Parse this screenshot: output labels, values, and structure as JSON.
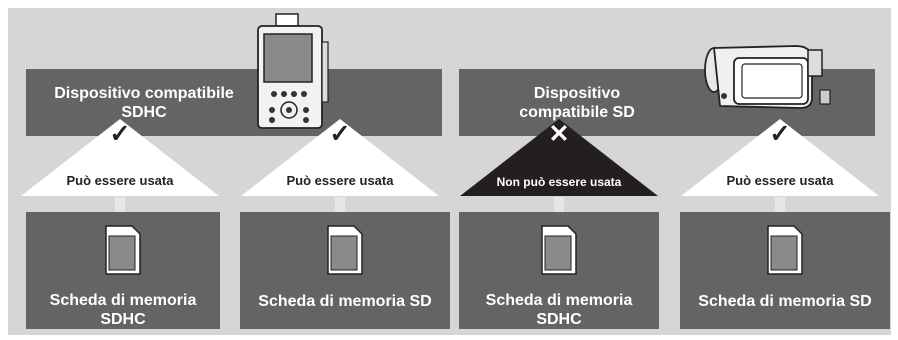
{
  "hosts": [
    {
      "lines": [
        "Dispositivo compatibile",
        "SDHC"
      ],
      "device_icon": "portable-player-icon"
    },
    {
      "lines": [
        "Dispositivo",
        "compatibile SD"
      ],
      "device_icon": "camcorder-icon"
    }
  ],
  "connectors": [
    {
      "status": "compatible",
      "mark": "✓",
      "label": "Può essere usata",
      "color": "#ffffff"
    },
    {
      "status": "compatible",
      "mark": "✓",
      "label": "Può essere usata",
      "color": "#ffffff"
    },
    {
      "status": "incompatible",
      "mark": "✕",
      "label": "Non può essere usata",
      "color": "#231f20"
    },
    {
      "status": "compatible",
      "mark": "✓",
      "label": "Può essere usata",
      "color": "#ffffff"
    }
  ],
  "cards": [
    {
      "lines": [
        "Scheda di memoria",
        "SDHC"
      ]
    },
    {
      "lines": [
        "Scheda di memoria SD"
      ]
    },
    {
      "lines": [
        "Scheda di memoria",
        "SDHC"
      ]
    },
    {
      "lines": [
        "Scheda di memoria SD"
      ]
    }
  ],
  "colors": {
    "panel": "#636466",
    "background": "#d6d6d8",
    "triangle_ok": "#ffffff",
    "triangle_bad": "#231f20"
  }
}
